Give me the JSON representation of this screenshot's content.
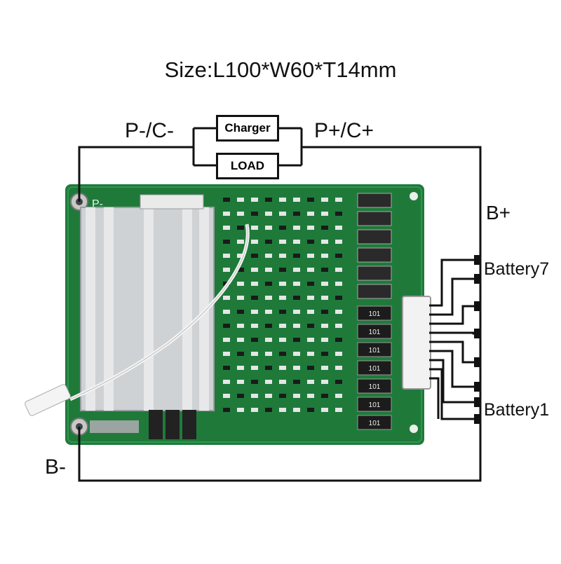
{
  "title": "Size:L100*W60*T14mm",
  "labels": {
    "p_neg_c_neg": "P-/C-",
    "p_pos_c_pos": "P+/C+",
    "b_plus": "B+",
    "b_minus": "B-",
    "battery_top": "Battery7",
    "battery_bottom": "Battery1"
  },
  "boxes": {
    "charger": "Charger",
    "load": "LOAD"
  },
  "board": {
    "pad_p_neg": "P-",
    "resistor_code": "101",
    "colors": {
      "pcb": "#1f7a3a",
      "pcb_dark": "#145a2a",
      "heatsink": "#d6d8da",
      "wire": "#111111",
      "connector": "#f2f2f2"
    }
  }
}
